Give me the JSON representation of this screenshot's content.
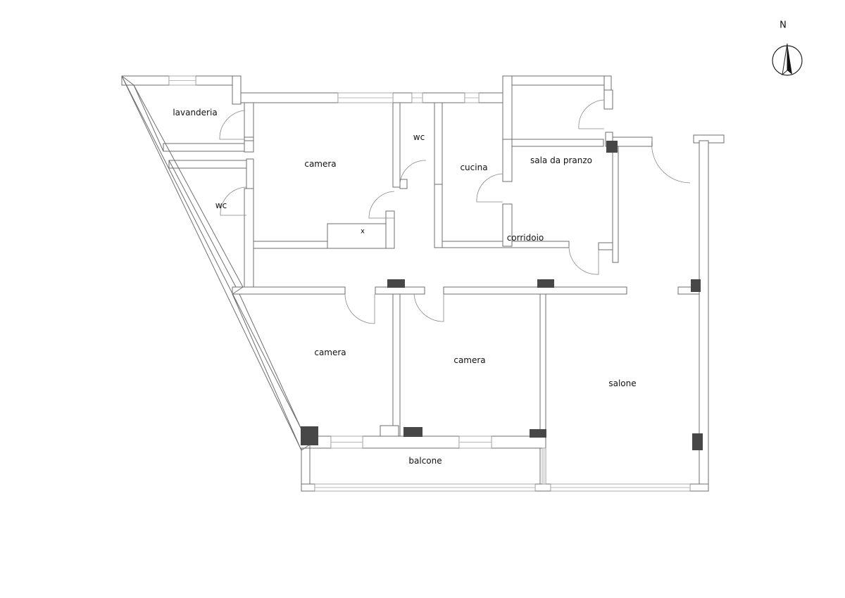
{
  "compass": {
    "label": "N"
  },
  "rooms": {
    "lavanderia": "lavanderia",
    "camera_top": "camera",
    "wc_top": "wc",
    "wc_left": "wc",
    "cucina": "cucina",
    "sala_da_pranzo": "sala da pranzo",
    "corridoio": "corridoio",
    "closet_mark": "x",
    "camera_left": "camera",
    "camera_mid": "camera",
    "salone": "salone",
    "balcone": "balcone"
  },
  "colors": {
    "wall_stroke": "#6e6e6e",
    "column": "#474747"
  }
}
